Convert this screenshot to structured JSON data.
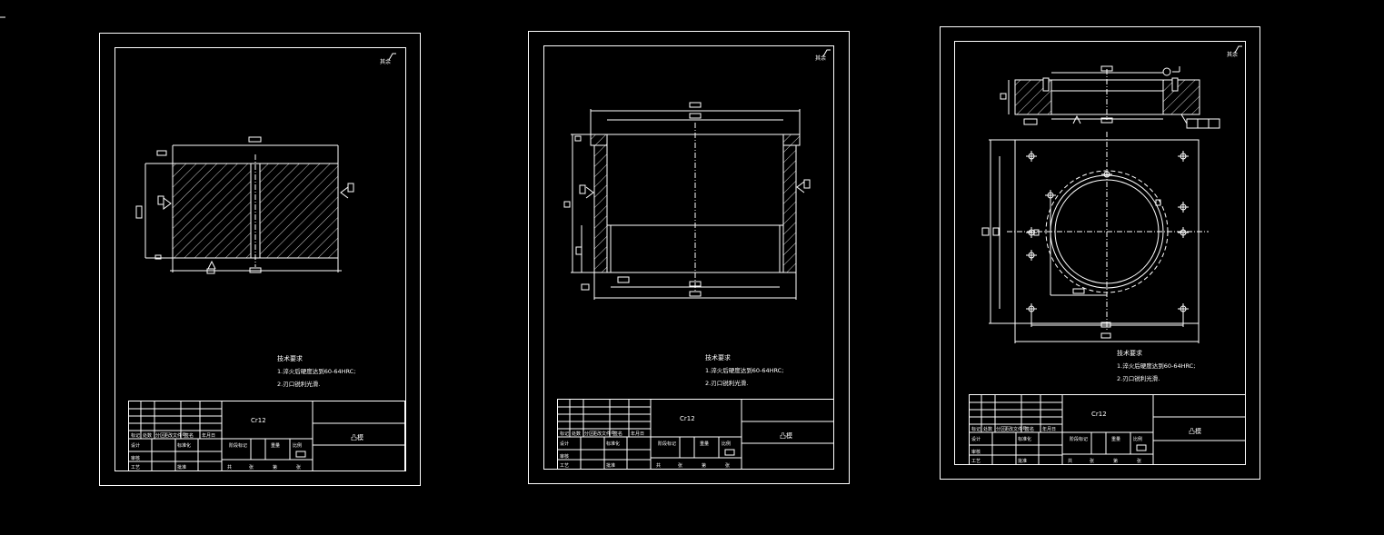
{
  "colors": {
    "background": "#000000",
    "line": "#ffffff",
    "glyph": "#e8e8e8"
  },
  "sheets": [
    {
      "id": "sheet-1",
      "roughness_note": "其余",
      "tech_req_title": "技术要求",
      "tech_req_line1": "1.淬火后硬度达到60-64HRC;",
      "tech_req_line2": "2.刃口锐利光滑.",
      "material": "Cr12",
      "part_name": "凸模",
      "tb_row1": [
        "标记",
        "处数",
        "分区",
        "更改文件号",
        "签名",
        "年月日"
      ],
      "tb_row2": [
        "设计",
        "",
        "标准化",
        "",
        "阶段标记",
        "重量",
        "比例"
      ],
      "tb_row3": [
        "审核",
        "",
        ""
      ],
      "tb_row4": [
        "工艺",
        "",
        "批准",
        "",
        "共",
        "张",
        "第",
        "张"
      ]
    },
    {
      "id": "sheet-2",
      "roughness_note": "其余",
      "tech_req_title": "技术要求",
      "tech_req_line1": "1.淬火后硬度达到60-64HRC;",
      "tech_req_line2": "2.刃口锐利光滑.",
      "material": "Cr12",
      "part_name": "凸模",
      "tb_row1": [
        "标记",
        "处数",
        "分区",
        "更改文件号",
        "签名",
        "年月日"
      ],
      "tb_row2": [
        "设计",
        "",
        "标准化",
        "",
        "阶段标记",
        "重量",
        "比例"
      ],
      "tb_row3": [
        "审核",
        "",
        ""
      ],
      "tb_row4": [
        "工艺",
        "",
        "批准",
        "",
        "共",
        "张",
        "第",
        "张"
      ]
    },
    {
      "id": "sheet-3",
      "roughness_note": "其余",
      "tech_req_title": "技术要求",
      "tech_req_line1": "1.淬火后硬度达到60-64HRC;",
      "tech_req_line2": "2.刃口锐利光滑.",
      "material": "Cr12",
      "part_name": "凸模",
      "tb_row1": [
        "标记",
        "处数",
        "分区",
        "更改文件号",
        "签名",
        "年月日"
      ],
      "tb_row2": [
        "设计",
        "",
        "标准化",
        "",
        "阶段标记",
        "重量",
        "比例"
      ],
      "tb_row3": [
        "审核",
        "",
        ""
      ],
      "tb_row4": [
        "工艺",
        "",
        "批准",
        "",
        "共",
        "张",
        "第",
        "张"
      ]
    }
  ]
}
